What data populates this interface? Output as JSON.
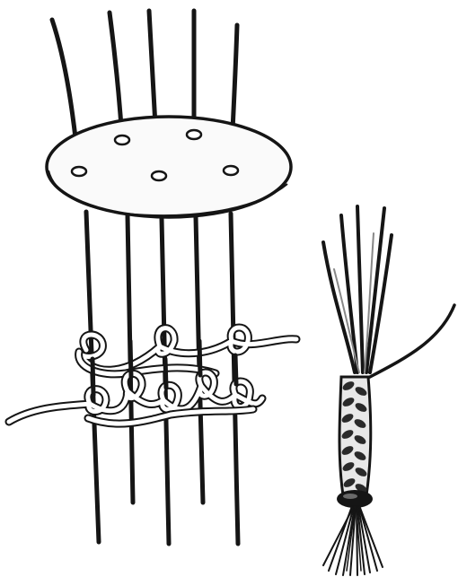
{
  "colors": {
    "ink": "#151515",
    "disc_fill": "#fafafa",
    "background": "#ffffff",
    "braid_light": "#e8e8e8",
    "braid_dark": "#2a2a2a"
  },
  "parts": {
    "rods": 5,
    "disc_holes": 5,
    "loop_rows": 2,
    "braid_wires": 6
  }
}
